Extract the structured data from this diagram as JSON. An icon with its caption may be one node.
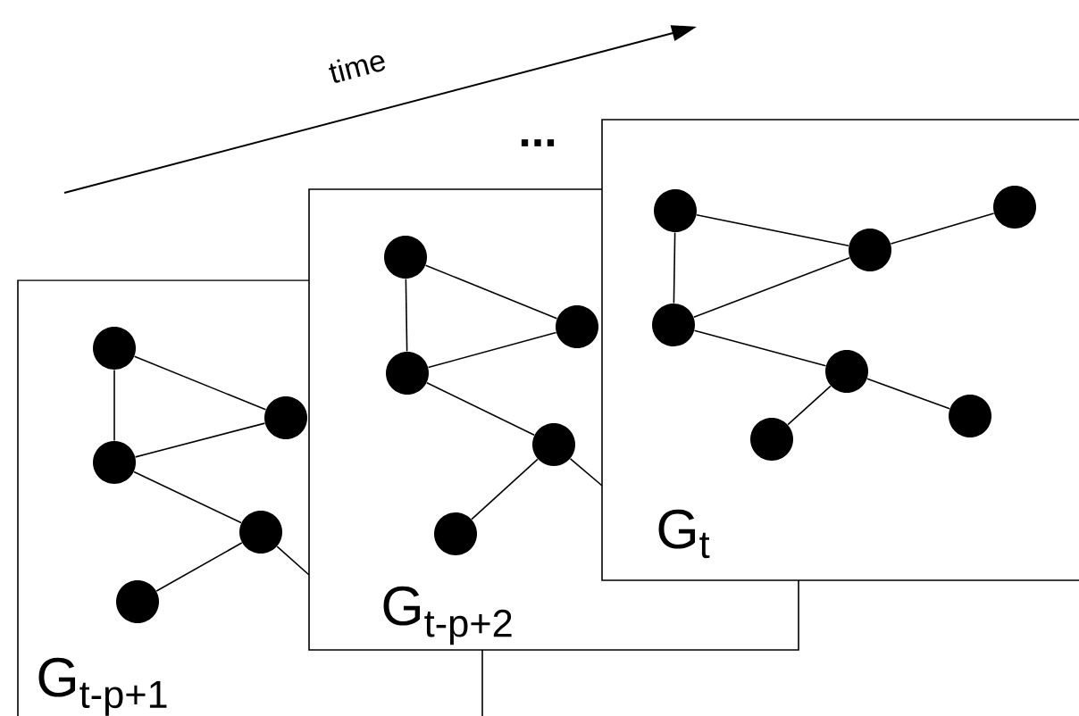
{
  "diagram": {
    "nodes": [
      {
        "text": [
          "G$_{t-p+1}$"
        ]
      },
      {
        "text": [],
        "shape": "circle",
        "in": 0
      },
      {
        "text": [],
        "shape": "circle",
        "in": 0
      },
      {
        "text": [],
        "shape": "circle",
        "in": 0
      },
      {
        "text": [],
        "shape": "circle",
        "in": 0
      },
      {
        "text": [],
        "shape": "circle",
        "in": 0
      },
      {
        "text": [
          "G$_{t-p+2}$"
        ]
      },
      {
        "text": [],
        "shape": "circle",
        "in": 6
      },
      {
        "text": [],
        "shape": "circle",
        "in": 6
      },
      {
        "text": [],
        "shape": "circle",
        "in": 6
      },
      {
        "text": [],
        "shape": "circle",
        "in": 6
      },
      {
        "text": [],
        "shape": "circle",
        "in": 6
      },
      {
        "text": [
          "G$_{t}$"
        ]
      },
      {
        "text": [],
        "shape": "circle",
        "in": 12
      },
      {
        "text": [],
        "shape": "circle",
        "in": 12
      },
      {
        "text": [],
        "shape": "circle",
        "in": 12
      },
      {
        "text": [],
        "shape": "circle",
        "in": 12
      },
      {
        "text": [],
        "shape": "circle",
        "in": 12
      },
      {
        "text": [],
        "shape": "circle",
        "in": 12
      },
      {
        "text": [],
        "shape": "circle",
        "in": 12
      }
    ],
    "edges": [
      {
        "from": 1,
        "to": 2,
        "arrow": "none"
      },
      {
        "from": 1,
        "to": 3,
        "arrow": "none"
      },
      {
        "from": 3,
        "to": 2,
        "arrow": "none"
      },
      {
        "from": 3,
        "to": 4,
        "arrow": "none"
      },
      {
        "from": 4,
        "to": 5,
        "arrow": "none"
      },
      {
        "from": 4,
        "to": 6,
        "arrow": "none"
      },
      {
        "from": 7,
        "to": 8,
        "arrow": "none"
      },
      {
        "from": 7,
        "to": 9,
        "arrow": "none"
      },
      {
        "from": 9,
        "to": 8,
        "arrow": "none"
      },
      {
        "from": 9,
        "to": 10,
        "arrow": "none"
      },
      {
        "from": 10,
        "to": 11,
        "arrow": "none"
      },
      {
        "from": 10,
        "to": 12,
        "arrow": "none"
      },
      {
        "from": 13,
        "to": 14,
        "arrow": "none"
      },
      {
        "from": 13,
        "to": 16,
        "arrow": "none"
      },
      {
        "from": 14,
        "to": 15,
        "arrow": "none"
      },
      {
        "from": 16,
        "to": 14,
        "arrow": "none"
      },
      {
        "from": 16,
        "to": 17,
        "arrow": "none"
      },
      {
        "from": 17,
        "to": 18,
        "arrow": "none"
      },
      {
        "from": 17,
        "to": 19,
        "arrow": "none"
      }
    ],
    "labels": [
      "time",
      "..."
    ]
  }
}
